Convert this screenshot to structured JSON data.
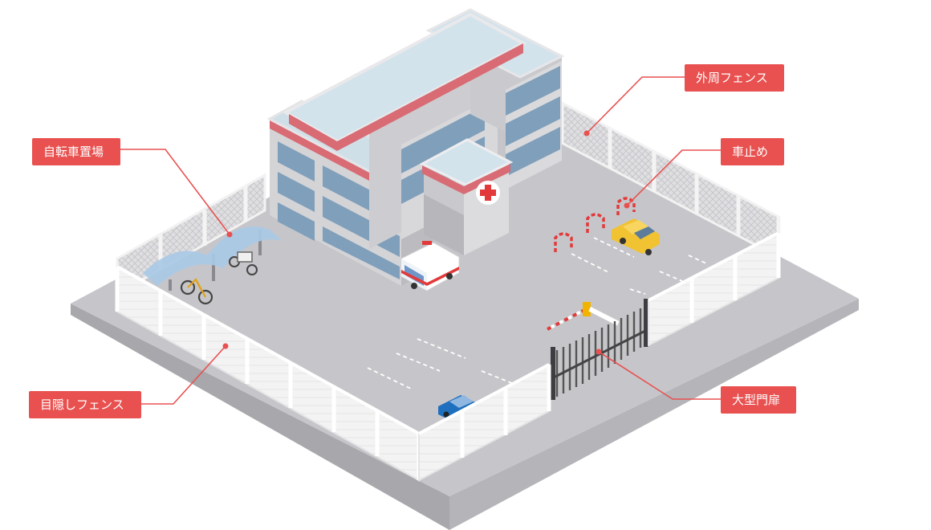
{
  "labels": {
    "bicycle_parking": "自転車置場",
    "screen_fence": "目隠しフェンス",
    "perimeter_fence": "外周フェンス",
    "car_stop": "車止め",
    "large_gate": "大型門扉"
  },
  "colors": {
    "callout": "#e85150",
    "ground_top": "#c8c8cc",
    "ground_side": "#a9a9ae",
    "building_wall": "#d6d6d9",
    "window": "#7f9fbb",
    "roof": "#d3e3eb",
    "roof_trim": "#d86b73",
    "fence_white": "#f4f4f4",
    "mesh": "#d9d9dc",
    "cross_red": "#e23a3a",
    "taxi_yellow": "#f1c232",
    "car_blue": "#1e6fbe"
  },
  "icons": [
    "building-icon",
    "red-cross-icon",
    "ambulance-icon",
    "taxi-icon",
    "blue-car-icon",
    "bicycle-icon",
    "trike-icon",
    "barrier-arm-icon",
    "car-stop-icon",
    "sliding-gate-icon"
  ]
}
